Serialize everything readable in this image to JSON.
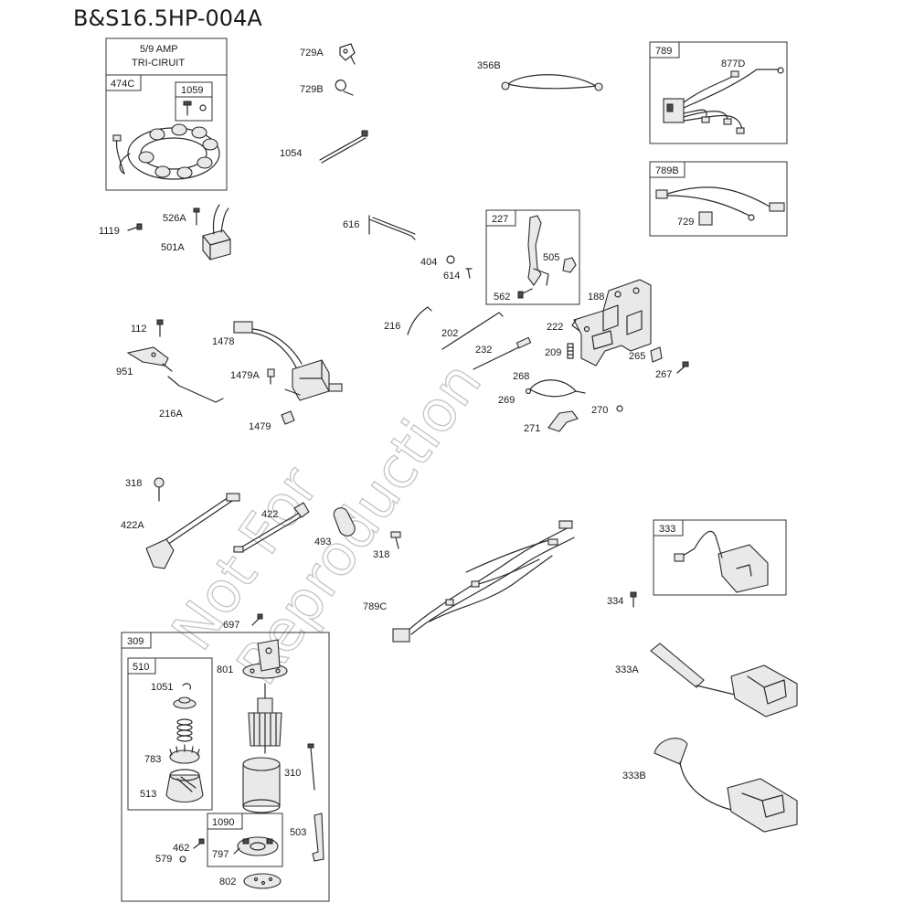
{
  "title": "B&S16.5HP-004A",
  "watermark": [
    "Not For",
    "Reproduction"
  ],
  "boxes": {
    "b474C": {
      "tag": "474C",
      "header": [
        "5/9   AMP",
        "TRI-CIRUIT"
      ]
    },
    "b1059": {
      "tag": "1059"
    },
    "b789": {
      "tag": "789"
    },
    "b789B": {
      "tag": "789B"
    },
    "b227": {
      "tag": "227"
    },
    "b333": {
      "tag": "333"
    },
    "b309": {
      "tag": "309"
    },
    "b510": {
      "tag": "510"
    },
    "b1090": {
      "tag": "1090"
    }
  },
  "labels": {
    "l729A": "729A",
    "l729B": "729B",
    "l356B": "356B",
    "l877D": "877D",
    "l1054": "1054",
    "l1119": "1119",
    "l526A": "526A",
    "l501A": "501A",
    "l616": "616",
    "l404": "404",
    "l614": "614",
    "l505": "505",
    "l562": "562",
    "l729": "729",
    "l188": "188",
    "l112": "112",
    "l1478": "1478",
    "l951": "951",
    "l1479A": "1479A",
    "l216A": "216A",
    "l1479": "1479",
    "l216": "216",
    "l202": "202",
    "l232": "232",
    "l222": "222",
    "l209": "209",
    "l265": "265",
    "l267": "267",
    "l268": "268",
    "l269": "269",
    "l270": "270",
    "l271": "271",
    "l318a": "318",
    "l422A": "422A",
    "l422": "422",
    "l493": "493",
    "l318b": "318",
    "l789C": "789C",
    "l334": "334",
    "l333A": "333A",
    "l333B": "333B",
    "l697": "697",
    "l801": "801",
    "l1051": "1051",
    "l783": "783",
    "l513": "513",
    "l310": "310",
    "l503": "503",
    "l462": "462",
    "l579": "579",
    "l797": "797",
    "l802": "802"
  }
}
